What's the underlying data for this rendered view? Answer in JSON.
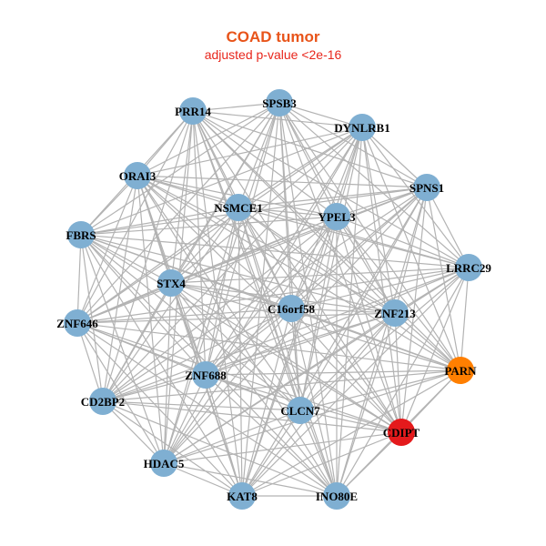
{
  "title": "COAD tumor",
  "subtitle": "adjusted p-value <2e-16",
  "colors": {
    "title": "#E8541A",
    "subtitle": "#E8261C",
    "edge": "#B3B3B3",
    "default_node": "#7FAFD2",
    "highlight_red": "#E41A1C",
    "highlight_orange": "#FF7F00"
  },
  "network": {
    "nodes": [
      {
        "id": "PRR14",
        "color": "default_node"
      },
      {
        "id": "SPSB3",
        "color": "default_node"
      },
      {
        "id": "DYNLRB1",
        "color": "default_node"
      },
      {
        "id": "ORAI3",
        "color": "default_node"
      },
      {
        "id": "SPNS1",
        "color": "default_node"
      },
      {
        "id": "NSMCE1",
        "color": "default_node"
      },
      {
        "id": "YPEL3",
        "color": "default_node"
      },
      {
        "id": "FBRS",
        "color": "default_node"
      },
      {
        "id": "LRRC29",
        "color": "default_node"
      },
      {
        "id": "STX4",
        "color": "default_node"
      },
      {
        "id": "C16orf58",
        "color": "default_node"
      },
      {
        "id": "ZNF213",
        "color": "default_node"
      },
      {
        "id": "ZNF646",
        "color": "default_node"
      },
      {
        "id": "PARN",
        "color": "highlight_orange"
      },
      {
        "id": "ZNF688",
        "color": "default_node"
      },
      {
        "id": "CD2BP2",
        "color": "default_node"
      },
      {
        "id": "CLCN7",
        "color": "default_node"
      },
      {
        "id": "CDIPT",
        "color": "highlight_red"
      },
      {
        "id": "HDAC5",
        "color": "default_node"
      },
      {
        "id": "KAT8",
        "color": "default_node"
      },
      {
        "id": "INO80E",
        "color": "default_node"
      }
    ],
    "edges": "all-pairs"
  }
}
